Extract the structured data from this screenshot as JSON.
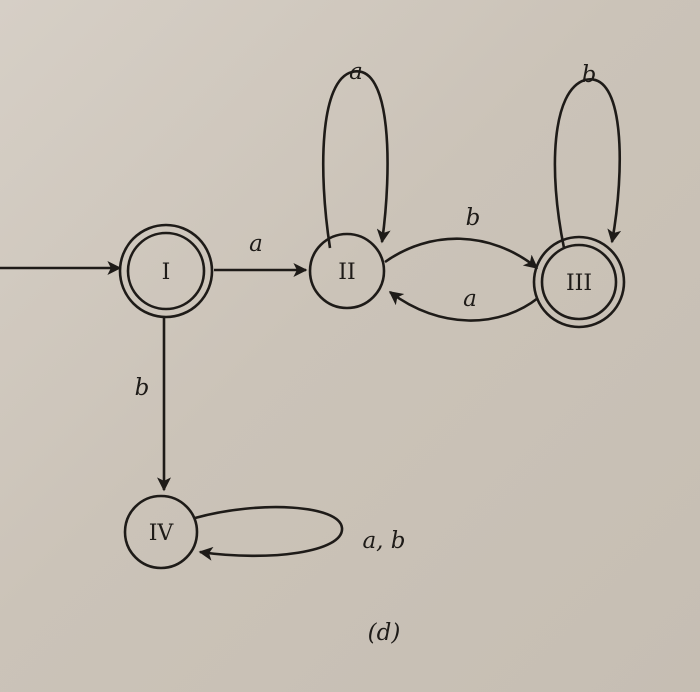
{
  "states": [
    {
      "id": "I",
      "label": "I",
      "accepting": true,
      "initial": true
    },
    {
      "id": "II",
      "label": "II",
      "accepting": false,
      "initial": false
    },
    {
      "id": "III",
      "label": "III",
      "accepting": true,
      "initial": false
    },
    {
      "id": "IV",
      "label": "IV",
      "accepting": false,
      "initial": false
    }
  ],
  "transitions": [
    {
      "from": "I",
      "to": "II",
      "label": "a"
    },
    {
      "from": "I",
      "to": "IV",
      "label": "b"
    },
    {
      "from": "II",
      "to": "II",
      "label": "a"
    },
    {
      "from": "II",
      "to": "III",
      "label": "b"
    },
    {
      "from": "III",
      "to": "II",
      "label": "a"
    },
    {
      "from": "III",
      "to": "III",
      "label": "b"
    },
    {
      "from": "IV",
      "to": "IV",
      "label": "a, b"
    }
  ],
  "caption": "(d)",
  "colors": {
    "ink": "#1e1b18",
    "paper": "#cfc7bd"
  }
}
